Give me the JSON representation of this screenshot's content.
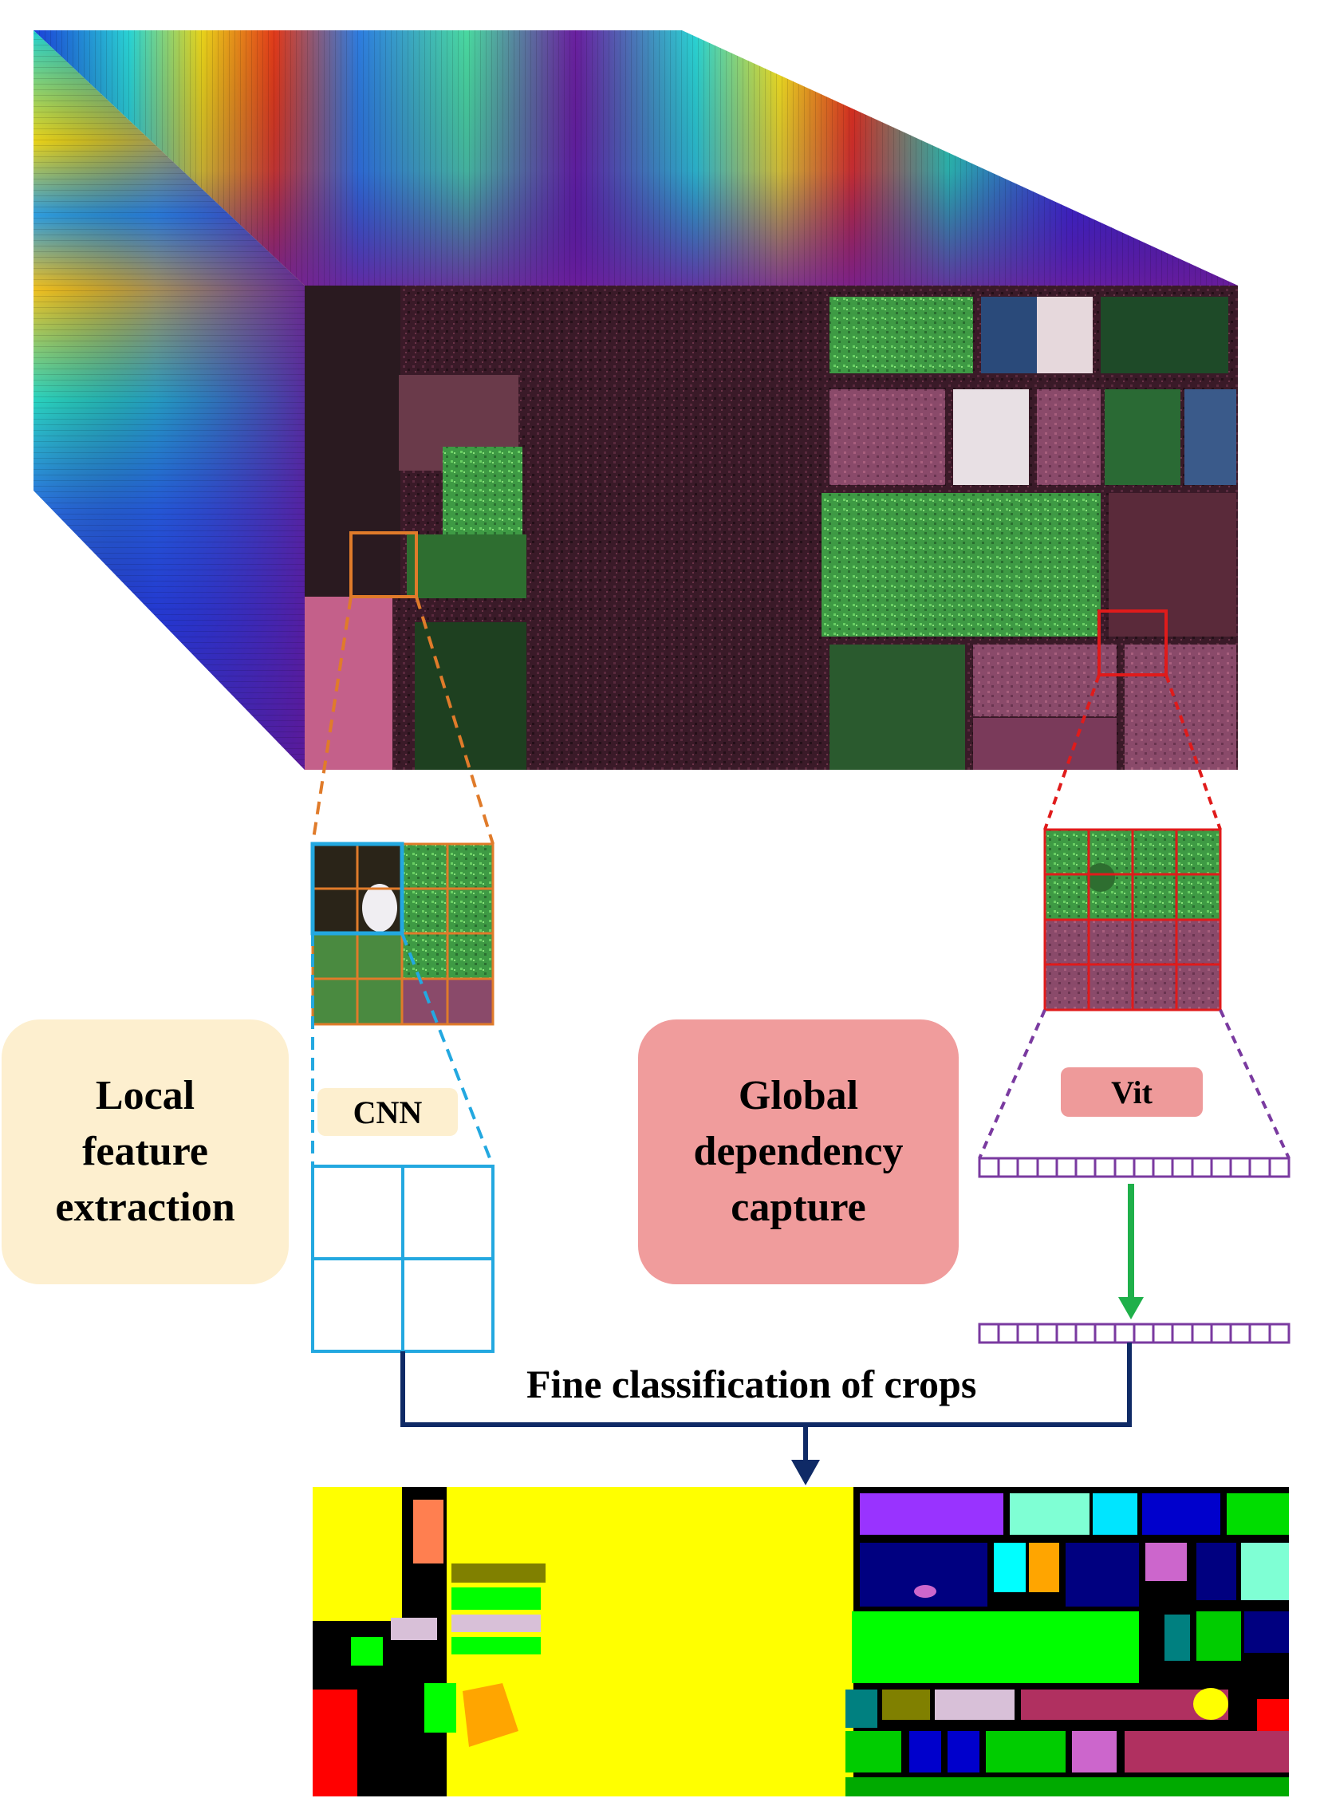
{
  "labels": {
    "local": "Local\nfeature\nextraction",
    "global": "Global\ndependency\ncapture",
    "cnn": "CNN",
    "vit": "Vit",
    "fine": "Fine classification of crops"
  },
  "colors": {
    "local_box": "#fdefcf",
    "global_box": "#f09c9c",
    "cnn_tag": "#fdefcf",
    "vit_tag": "#ee9a9a",
    "orange": "#e07b2a",
    "cyan": "#23a8e0",
    "red": "#e01b1b",
    "purple": "#7a3aa0",
    "green_arrow": "#1fb04a",
    "navy": "#0f2a66"
  },
  "icons": [
    "hyperspectral-cube",
    "arrow-down",
    "classification-map"
  ]
}
